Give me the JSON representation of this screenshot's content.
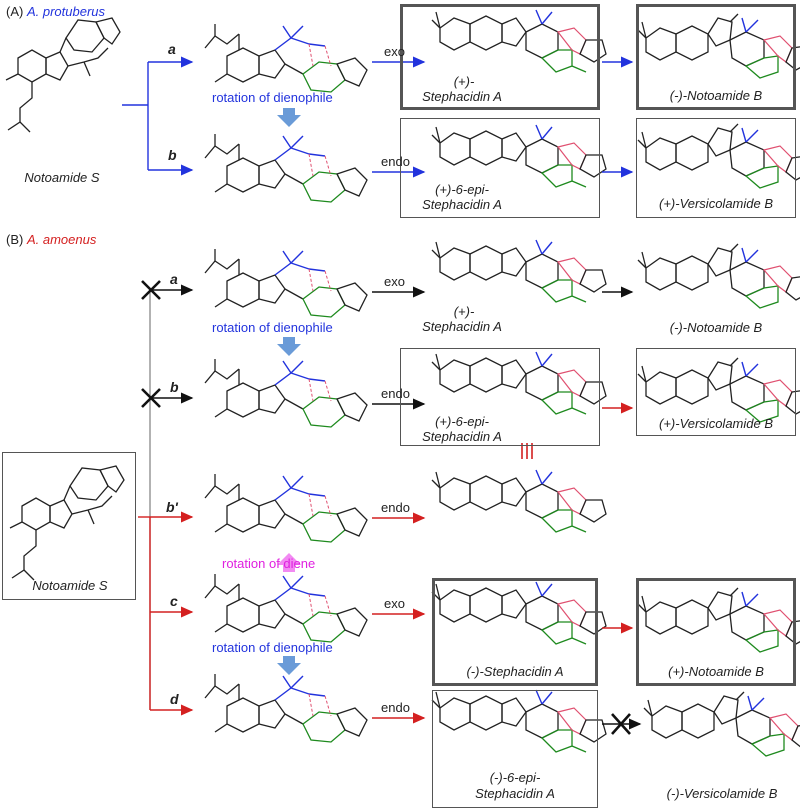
{
  "panel_a": {
    "header_prefix": "(A)",
    "header_species": "A. protuberus",
    "start_compound": "Notoamide S",
    "path_a": "a",
    "path_b": "b",
    "rotation_note": "rotation of dienophile",
    "exo_label": "exo",
    "endo_label": "endo",
    "product_exo_line1": "(+)-",
    "product_exo_line2": "Stephacidin A",
    "product_endo_line1": "(+)-6-epi-",
    "product_endo_line2": "Stephacidin A",
    "final_exo": "(-)-Notoamide B",
    "final_endo": "(+)-Versicolamide B"
  },
  "panel_b": {
    "header_prefix": "(B)",
    "header_species": "A. amoenus",
    "start_compound": "Notoamide S",
    "path_a": "a",
    "path_b": "b",
    "path_b_prime": "b'",
    "path_c": "c",
    "path_d": "d",
    "rotation_dienophile_1": "rotation of dienophile",
    "rotation_diene": "rotation of diene",
    "rotation_dienophile_2": "rotation of dienophile",
    "exo_label": "exo",
    "endo_label": "endo",
    "equivalence_symbol": "|||",
    "prod_a_line1": "(+)-",
    "prod_a_line2": "Stephacidin A",
    "prod_b_line1": "(+)-6-epi-",
    "prod_b_line2": "Stephacidin A",
    "prod_c": "(-)-Stephacidin A",
    "prod_d_line1": "(-)-6-epi-",
    "prod_d_line2": "Stephacidin A",
    "final_a": "(-)-Notoamide B",
    "final_b": "(+)-Versicolamide B",
    "final_c": "(+)-Notoamide B",
    "final_d": "(-)-Versicolamide B"
  },
  "colors": {
    "panel_a_arrows": "#2233dd",
    "panel_b_arrows": "#d42020",
    "black_arrows": "#111111",
    "rotation_arrow": "#6a9bd8",
    "diene_arrow": "#f28af2",
    "dienophile_bonds": "#2233dd",
    "amide_bonds": "#1e8a1e",
    "new_bonds": "#e05070"
  }
}
